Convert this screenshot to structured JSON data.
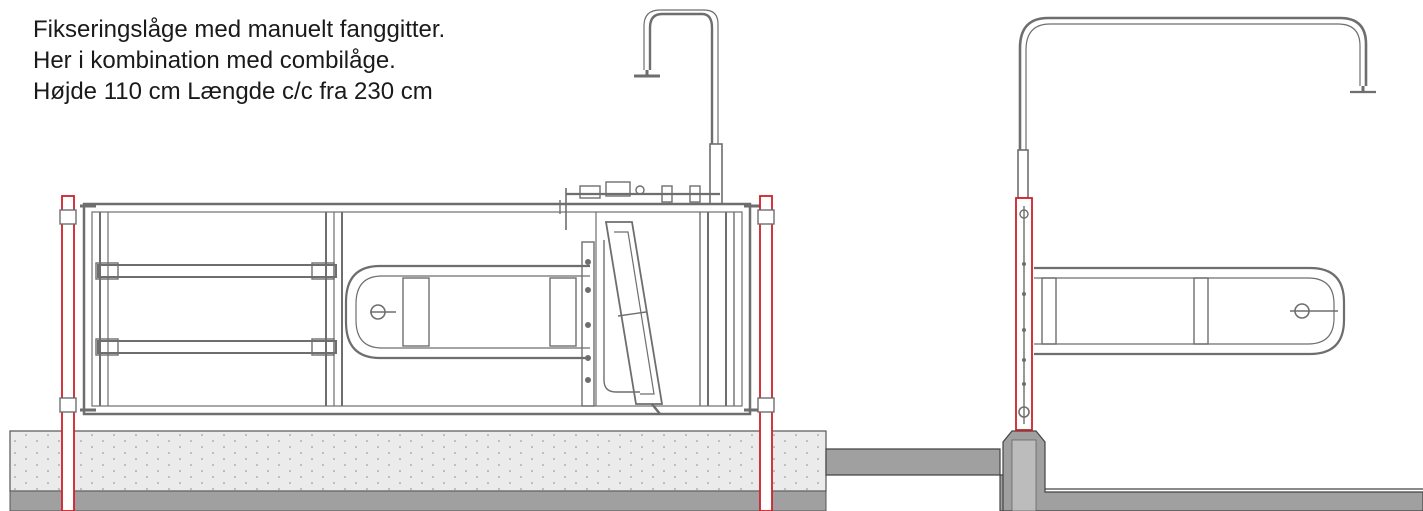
{
  "caption": {
    "line1": "Fikseringslåge med manuelt fanggitter.",
    "line2": "Her i kombination med combilåge.",
    "line3": "Højde 110 cm  Længde c/c fra 230 cm"
  },
  "colors": {
    "frame": "#6e6e6e",
    "post": "#d0202a",
    "ground": "#a0a0a0",
    "concrete": "#ebebeb",
    "background": "#ffffff"
  }
}
